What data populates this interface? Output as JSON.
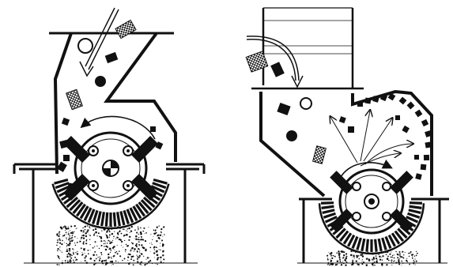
{
  "figure": {
    "panels": [
      {
        "id": "left",
        "kind": "hammer-crusher-top-feed"
      },
      {
        "id": "right",
        "kind": "hammer-crusher-side-feed"
      }
    ],
    "colors": {
      "ink": "#111111",
      "paper": "#ffffff",
      "stipple": "#1a1a1a"
    },
    "icons": {
      "rotation_arrow": "curved-arrow",
      "feed_arrow": "straight-arrow",
      "material_pieces": [
        "ball",
        "block",
        "checkered-block"
      ]
    }
  }
}
